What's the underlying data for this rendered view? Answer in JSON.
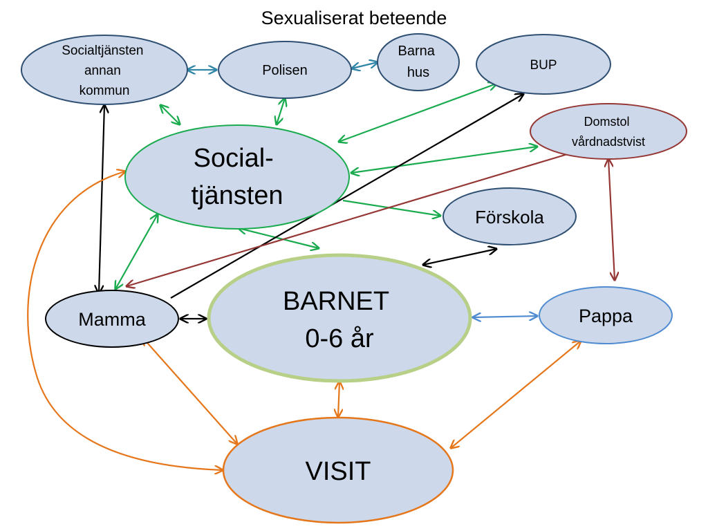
{
  "title": "Sexualiserat beteende",
  "colors": {
    "node_fill": "#cdd9ea",
    "blue_dark": "#2e4f72",
    "green": "#1aab4f",
    "orange": "#e5761a",
    "black": "#000000",
    "brown": "#953735",
    "light_blue": "#4f8bd0",
    "olive": "#b8cf88",
    "teal": "#3186a8"
  },
  "nodes": {
    "soc_annan": {
      "lines": [
        "Socialtjänsten",
        "annan",
        "kommun"
      ]
    },
    "polisen": {
      "lines": [
        "Polisen"
      ]
    },
    "barnahus": {
      "lines": [
        "Barna",
        "hus"
      ]
    },
    "bup": {
      "lines": [
        "BUP"
      ]
    },
    "domstol": {
      "lines": [
        "Domstol",
        "vårdnadstvist"
      ]
    },
    "socialtjansten": {
      "lines": [
        "Social-",
        "tjänsten"
      ]
    },
    "forskola": {
      "lines": [
        "Förskola"
      ]
    },
    "barnet": {
      "lines": [
        "BARNET",
        "0-6 år"
      ]
    },
    "mamma": {
      "lines": [
        "Mamma"
      ]
    },
    "pappa": {
      "lines": [
        "Pappa"
      ]
    },
    "visit": {
      "lines": [
        "VISIT"
      ]
    }
  },
  "connections": [
    {
      "from": "soc_annan",
      "to": "polisen",
      "color": "teal",
      "arrows": "both"
    },
    {
      "from": "polisen",
      "to": "barnahus",
      "color": "teal",
      "arrows": "both"
    },
    {
      "from": "soc_annan",
      "to": "socialtjansten",
      "color": "green",
      "arrows": "both"
    },
    {
      "from": "polisen",
      "to": "socialtjansten",
      "color": "green",
      "arrows": "both"
    },
    {
      "from": "socialtjansten",
      "to": "bup",
      "color": "green",
      "arrows": "both"
    },
    {
      "from": "socialtjansten",
      "to": "domstol",
      "color": "green",
      "arrows": "both"
    },
    {
      "from": "socialtjansten",
      "to": "forskola",
      "color": "green",
      "arrows": "end"
    },
    {
      "from": "socialtjansten",
      "to": "barnet",
      "color": "green",
      "arrows": "both"
    },
    {
      "from": "socialtjansten",
      "to": "mamma",
      "color": "green",
      "arrows": "both"
    },
    {
      "from": "soc_annan",
      "to": "mamma",
      "color": "black",
      "arrows": "both"
    },
    {
      "from": "mamma",
      "to": "bup",
      "color": "black",
      "arrows": "end"
    },
    {
      "from": "domstol",
      "to": "mamma",
      "color": "brown",
      "arrows": "end"
    },
    {
      "from": "domstol",
      "to": "pappa",
      "color": "brown",
      "arrows": "both"
    },
    {
      "from": "forskola",
      "to": "barnet",
      "color": "black",
      "arrows": "both"
    },
    {
      "from": "mamma",
      "to": "barnet",
      "color": "black",
      "arrows": "both"
    },
    {
      "from": "barnet",
      "to": "pappa",
      "color": "light_blue",
      "arrows": "both"
    },
    {
      "from": "barnet",
      "to": "visit",
      "color": "orange",
      "arrows": "both"
    },
    {
      "from": "mamma",
      "to": "visit",
      "color": "orange",
      "arrows": "both"
    },
    {
      "from": "pappa",
      "to": "visit",
      "color": "orange",
      "arrows": "both"
    },
    {
      "from": "socialtjansten",
      "to": "visit",
      "color": "orange",
      "arrows": "both"
    }
  ]
}
